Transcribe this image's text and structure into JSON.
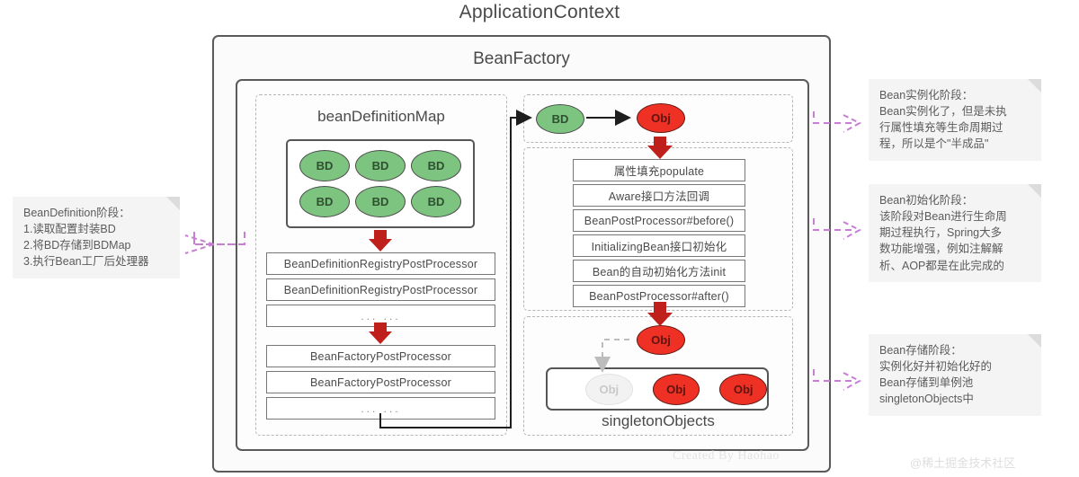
{
  "diagram": {
    "app_title": "ApplicationContext",
    "bean_factory_title": "BeanFactory"
  },
  "bean_definition_map": {
    "title": "beanDefinitionMap",
    "entries": [
      "BD",
      "BD",
      "BD",
      "BD",
      "BD",
      "BD"
    ],
    "registry_post_processors": [
      "BeanDefinitionRegistryPostProcessor",
      "BeanDefinitionRegistryPostProcessor",
      "... ..."
    ],
    "factory_post_processors": [
      "BeanFactoryPostProcessor",
      "BeanFactoryPostProcessor",
      "... ..."
    ]
  },
  "instantiation": {
    "bd_label": "BD",
    "obj_label": "Obj"
  },
  "lifecycle_steps": [
    "属性填充populate",
    "Aware接口方法回调",
    "BeanPostProcessor#before()",
    "InitializingBean接口初始化",
    "Bean的自动初始化方法init",
    "BeanPostProcessor#after()"
  ],
  "singleton_pool": {
    "label": "singletonObjects",
    "incoming_obj": "Obj",
    "slots": [
      "Obj",
      "Obj",
      "Obj"
    ]
  },
  "notes": {
    "bean_definition": {
      "title": "BeanDefinition阶段：",
      "lines": [
        "1.读取配置封装BD",
        "2.将BD存储到BDMap",
        "3.执行Bean工厂后处理器"
      ]
    },
    "instantiation": {
      "title": "Bean实例化阶段：",
      "lines": [
        "Bean实例化了，但是未执",
        "行属性填充等生命周期过",
        "程，所以是个\"半成品\""
      ]
    },
    "initialization": {
      "title": "Bean初始化阶段：",
      "lines": [
        "该阶段对Bean进行生命周",
        "期过程执行，Spring大多",
        "数功能增强，例如注解解",
        "析、AOP都是在此完成的"
      ]
    },
    "storage": {
      "title": "Bean存储阶段：",
      "lines": [
        "实例化好并初始化好的",
        "Bean存储到单例池",
        "singletonObjects中"
      ]
    }
  },
  "watermarks": {
    "author": "Created By Haohao",
    "site": "@稀土掘金技术社区"
  },
  "colors": {
    "bd_green": "#7cc47f",
    "obj_red": "#ee3124",
    "arrow_red": "#c0201c",
    "note_bg": "#f4f4f4",
    "connector_purple": "#c77fd4",
    "frame_gray": "#5a5a5a"
  }
}
